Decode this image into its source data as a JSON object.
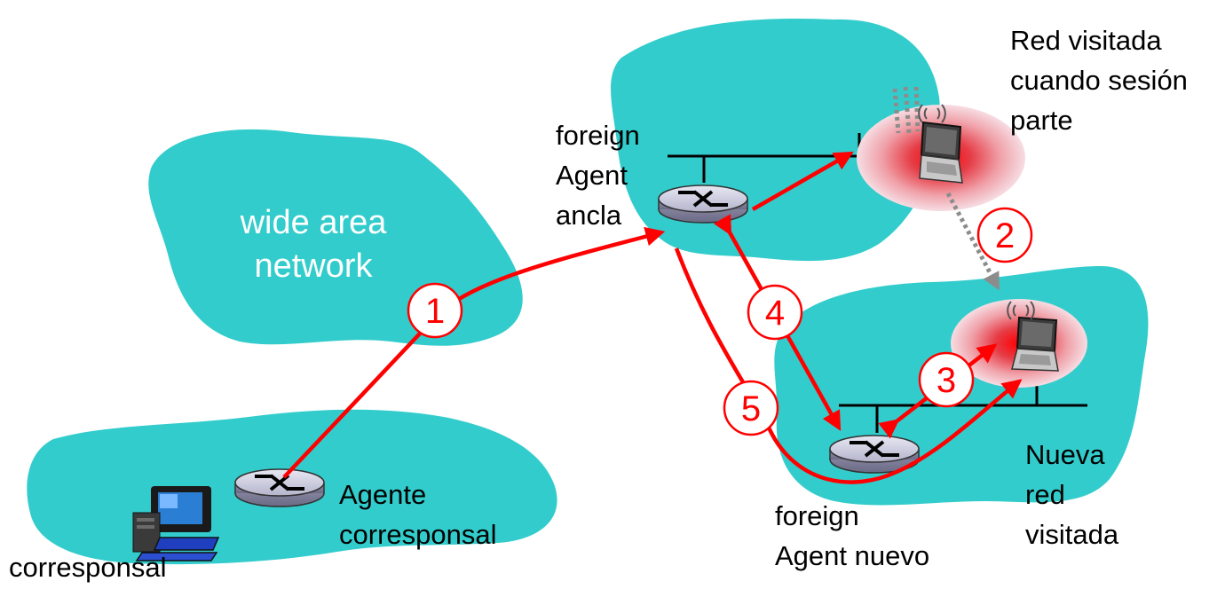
{
  "colors": {
    "cloud": "#33cccc",
    "arrow": "#ff0000",
    "circle_stroke": "#ff0000",
    "circle_fill": "#ffffff",
    "wan_text": "#ffffff",
    "label_text": "#000000",
    "dotted_path": "#8c8c8c"
  },
  "labels": {
    "wan_line1": "wide area",
    "wan_line2": "network",
    "corresponsal": "corresponsal",
    "agente_line1": "Agente",
    "agente_line2": "corresponsal",
    "anchor_line1": "foreign",
    "anchor_line2": "Agent",
    "anchor_line3": "ancla",
    "visited_line1": "Red visitada",
    "visited_line2": "cuando sesión",
    "visited_line3": "parte",
    "new_agent_line1": "foreign",
    "new_agent_line2": "Agent nuevo",
    "new_net_line1": "Nueva",
    "new_net_line2": "red",
    "new_net_line3": "visitada"
  },
  "steps": [
    "1",
    "2",
    "3",
    "4",
    "5"
  ],
  "icons": {
    "router": "router-icon",
    "desktop": "desktop-computer-icon",
    "laptop": "laptop-icon",
    "wireless": "wireless-signal-icon"
  }
}
